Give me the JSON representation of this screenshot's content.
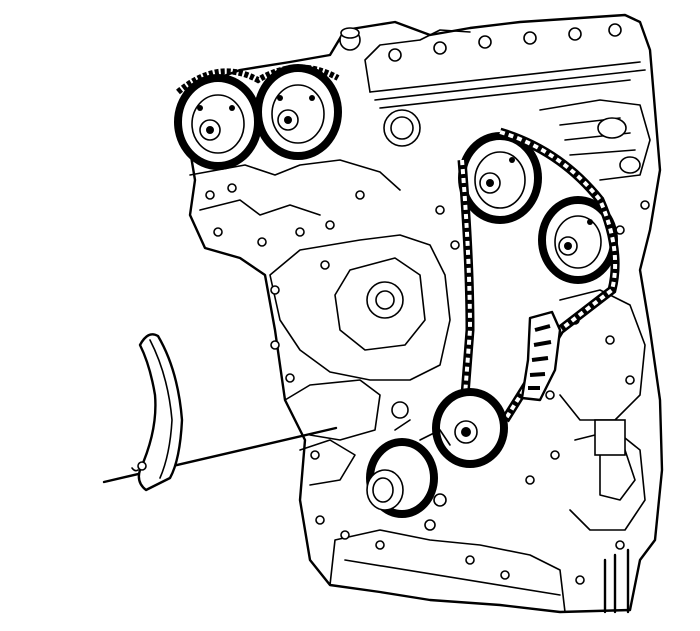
{
  "diagram": {
    "background": "#ffffff",
    "ink": "#000000",
    "parts": [
      {
        "id": "engine-front",
        "icon": "engine-block-line-art"
      },
      {
        "id": "left-bank-intake-cam-sprocket",
        "icon": "cam-sprocket"
      },
      {
        "id": "left-bank-exhaust-cam-sprocket",
        "icon": "cam-sprocket"
      },
      {
        "id": "right-bank-intake-cam-sprocket",
        "icon": "cam-sprocket"
      },
      {
        "id": "right-bank-exhaust-cam-sprocket",
        "icon": "cam-sprocket"
      },
      {
        "id": "crankshaft-sprocket",
        "icon": "crank-sprocket"
      },
      {
        "id": "idler-sprocket",
        "icon": "idler-sprocket"
      },
      {
        "id": "timing-chain",
        "icon": "roller-chain"
      },
      {
        "id": "chain-tensioner-shoe",
        "icon": "tensioner-shoe"
      },
      {
        "id": "removed-chain-guide",
        "icon": "curved-chain-guide",
        "leader_line": true
      }
    ]
  }
}
